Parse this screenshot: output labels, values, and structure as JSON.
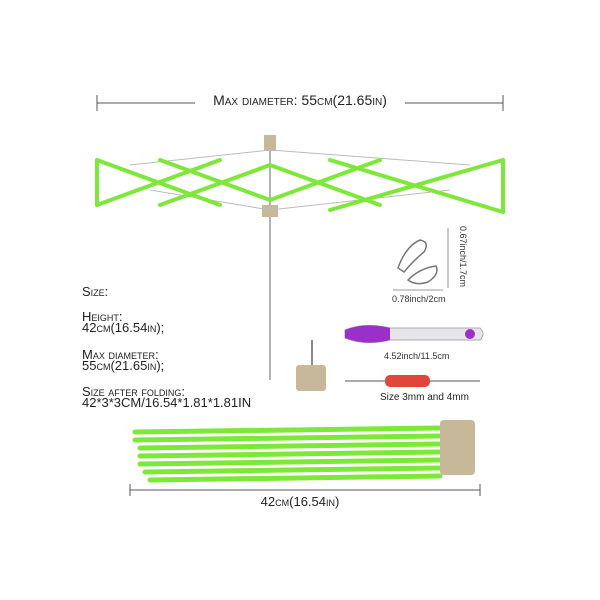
{
  "dimensions": {
    "max_diameter_label": "Max diameter: 55cm(21.65in)",
    "folded_length_label": "42cm(16.54in)"
  },
  "specs": {
    "title": "Size:",
    "height_label": "Height:",
    "height_value": "42cm(16.54in);",
    "diameter_label": "Max diameter:",
    "diameter_value": "55cm(21.65in);",
    "folded_label": "Size after folding:",
    "folded_value": "42*3*3CM/16.54*1.81*1.81IN"
  },
  "accessories": {
    "clip_height": "0.67inch/1.7cm",
    "clip_width": "0.78inch/2cm",
    "scissors_length": "4.52inch/11.5cm",
    "hook_size": "Size 3mm and 4mm"
  },
  "colors": {
    "green": "#7ee83a",
    "metal": "#c8b89a",
    "purple": "#9b30c8",
    "red": "#e0463a"
  }
}
